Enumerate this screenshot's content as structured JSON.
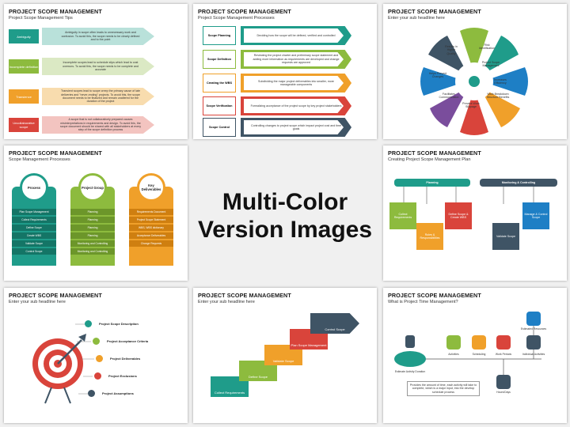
{
  "center_heading": {
    "line1": "Multi-Color",
    "line2": "Version Images"
  },
  "slide_title": "PROJECT SCOPE MANAGEMENT",
  "slides": {
    "s1": {
      "subtitle": "Project Scope Management Tips",
      "items": [
        {
          "label": "Ambiguity",
          "text": "Ambiguity in scope often leads to unnecessary work and confusion. To avoid this, the scope needs to be clearly defined and to the point"
        },
        {
          "label": "Incomplete definition",
          "text": "Incomplete scopes lead to schedule slips which lead to cost overruns. To avoid this, the scope needs to be complete and accurate"
        },
        {
          "label": "Transience",
          "text": "Transient scopes lead to scope creep the primary cause of late deliveries and \"never-ending\" projects. To avoid this, the scope document needs to be finalized and remain unaltered for the duration of the project"
        },
        {
          "label": "Uncollaborative scope",
          "text": "A scope that is not collaboratively prepared causes misinterpretations in requirements and design. To avoid this, the scope document should be shared with all stakeholders at every step of the scope definition process"
        }
      ]
    },
    "s2": {
      "subtitle": "Project Scope Management Processes",
      "items": [
        {
          "label": "Scope Planning",
          "text": "Deciding how the scope will be defined, verified and controlled"
        },
        {
          "label": "Scope Definition",
          "text": "Reviewing the project charter and preliminary scope statement and adding more information as requirements are developed and change requests are approved"
        },
        {
          "label": "Creating the WBS",
          "text": "Subdividing the major project deliverables into smaller, more manageable components"
        },
        {
          "label": "Scope Verification",
          "text": "Formalizing acceptance of the project scope by key project stakeholders"
        },
        {
          "label": "Scope Control",
          "text": "Controlling changes to project scope which impact project cost and time goals"
        }
      ]
    },
    "s3": {
      "subtitle": "Enter your sub headline here",
      "items": [
        "Results in Higher Quality",
        "Risk Identification",
        "Project Scope Management",
        "Increases Efficiency",
        "Work Breakdown Structure Benefits",
        "Prevent Work Slippage",
        "Facilitates Communication",
        "Helps Prevent Changes"
      ]
    },
    "s4": {
      "subtitle": "Scope Management Processes",
      "columns": [
        {
          "title": "Process",
          "rows": [
            "Plan Scope Management",
            "Collect Requirements",
            "Define Scope",
            "Create WBS",
            "Validate Scope",
            "Control Scope"
          ]
        },
        {
          "title": "Project Group",
          "rows": [
            "Planning",
            "Planning",
            "Planning",
            "Planning",
            "Monitoring and Controlling",
            "Monitoring and Controlling"
          ]
        },
        {
          "title": "Key Deliverables",
          "rows": [
            "Requirements Document",
            "Project Scope Statement",
            "WBS, WBS dictionary",
            "Acceptance Deliverables",
            "Change Requests"
          ]
        }
      ]
    },
    "s6": {
      "subtitle": "Creating Project Scope Management Plan",
      "planning": "Planning",
      "monitoring": "Monitoring & Controlling",
      "boxes": [
        "Collect Requirements",
        "Roles & Responsibilities",
        "Define Scope & Create WBS",
        "Validate Scope",
        "Manage & Control Scope"
      ]
    },
    "s7": {
      "subtitle": "Enter your sub headline here",
      "items": [
        "Project Scope Description",
        "Project Acceptance Criteria",
        "Project Deliverables",
        "Project Exclusions",
        "Project Assumptions"
      ]
    },
    "s8": {
      "subtitle": "Enter your sub headline here",
      "steps": [
        "Collect Requirements",
        "Define Scope",
        "Validate Scope",
        "Plan Scope Management",
        "Control Scope"
      ]
    },
    "s9": {
      "subtitle": "What is Project Time Management?",
      "items": [
        "Estimate Activity Duration",
        "Activities",
        "Scheduling",
        "Work Periods",
        "Hours/Days",
        "Estimated Resources",
        "Individual Activities"
      ],
      "note": "Provides the amount of time, each activity will take to complete, which is a major input, into the develop schedule process"
    }
  },
  "colors": {
    "teal": "#1f9c8a",
    "green": "#8dbb3e",
    "orange": "#f0a02a",
    "red": "#d9443b",
    "navy": "#3f5465",
    "blue": "#1e7fc5",
    "purple": "#7a4d9c"
  }
}
